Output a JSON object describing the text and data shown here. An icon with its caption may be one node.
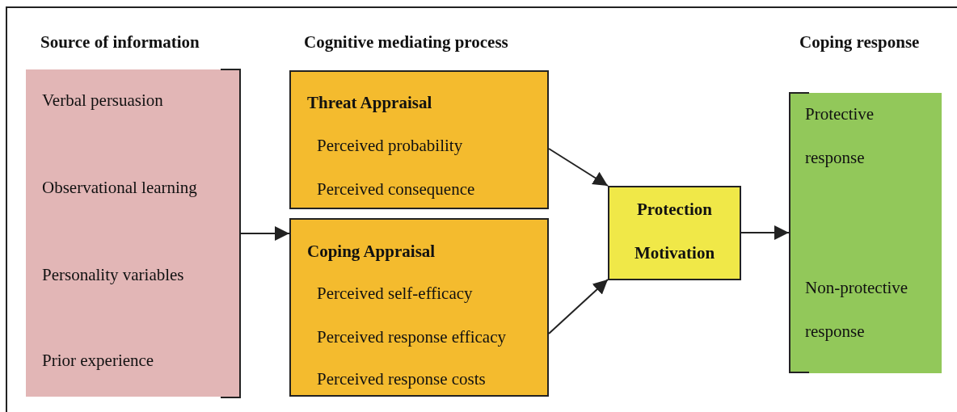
{
  "diagram": {
    "nodes": [
      {
        "text": [
          "Verbal persuasion",
          "Observational learning",
          "Personality variables",
          "Prior experience"
        ]
      },
      {
        "text": [
          "Threat Appraisal",
          "Perceived probability",
          "Perceived consequence"
        ]
      },
      {
        "text": [
          "Coping Appraisal",
          "Perceived self-efficacy",
          "Perceived response efficacy",
          "Perceived response costs"
        ]
      },
      {
        "text": [
          "Protection Motivation"
        ]
      },
      {
        "text": [
          "Protective response",
          "Non-protective response"
        ]
      }
    ],
    "edges": [
      {
        "from": 0,
        "to": 2,
        "arrow": "to"
      },
      {
        "from": 1,
        "to": 3,
        "arrow": "to"
      },
      {
        "from": 2,
        "to": 3,
        "arrow": "to"
      },
      {
        "from": 3,
        "to": 4,
        "arrow": "to"
      }
    ],
    "labels": [
      "Source of information",
      "Cognitive mediating process",
      "Coping response"
    ]
  }
}
